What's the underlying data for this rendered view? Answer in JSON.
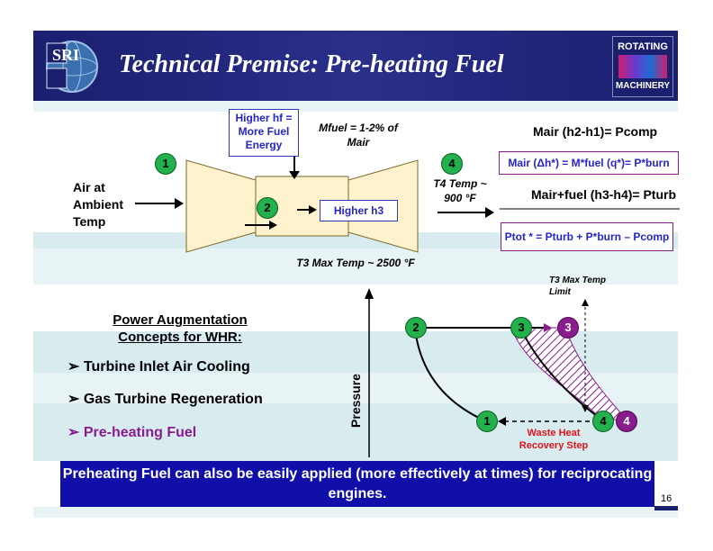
{
  "slide": {
    "title": "Technical Premise: Pre-heating Fuel",
    "page_number": "16"
  },
  "logos": {
    "left_letters": "SRI",
    "right_line1": "ROTATING",
    "right_line2": "MACHINERY"
  },
  "turbine_diagram": {
    "state_1": "1",
    "state_2": "2",
    "state_4": "4",
    "inlet_label": "Air at Ambient Temp",
    "fuel_box": "Higher hf = More Fuel Energy",
    "mfuel_label": "Mfuel = 1-2% of Mair",
    "combustor_label": "Higher h3",
    "t4_label": "T4 Temp ~ 900 °F",
    "t3_label": "T3 Max Temp ~ 2500 °F"
  },
  "equations": {
    "comp": "Mair (h2-h1)= Pcomp",
    "burn": "Mair (Δh*) = M*fuel (q*)= P*burn",
    "turb": "Mair+fuel (h3-h4)= Pturb",
    "tot": "Ptot * = Pturb + P*burn – Pcomp"
  },
  "concepts": {
    "heading_line1": "Power Augmentation",
    "heading_line2": "Concepts for WHR:",
    "items": [
      "Turbine Inlet Air Cooling",
      "Gas Turbine Regeneration",
      "Pre-heating Fuel"
    ]
  },
  "cycle_plot": {
    "ylabel": "Pressure",
    "t3_limit": "T3 Max Temp Limit",
    "waste_heat": "Waste Heat Recovery Step",
    "points": [
      "2",
      "3",
      "3",
      "1",
      "4",
      "4"
    ]
  },
  "banner": "Preheating Fuel can also be easily applied (more effectively at times) for reciprocating engines.",
  "colors": {
    "title_bg": "#1a1f6e",
    "green": "#22b14c",
    "purple": "#8a1c8e",
    "blue_text": "#2525c8",
    "red": "#e0141a",
    "banner_bg": "#1010a8"
  }
}
